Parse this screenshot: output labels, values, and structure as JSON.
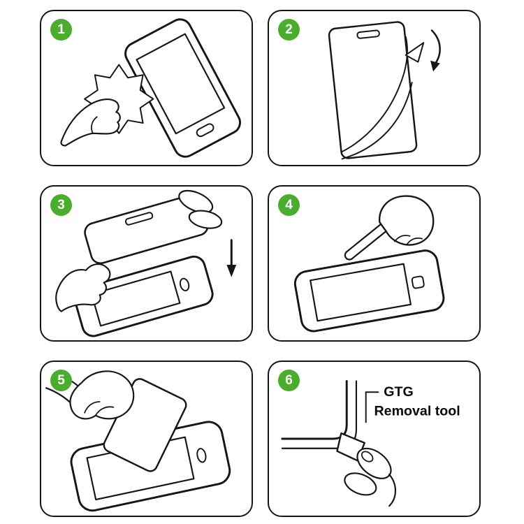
{
  "colors": {
    "badge_green": "#4aad2e",
    "line_black": "#161616",
    "background": "#ffffff"
  },
  "steps": [
    {
      "number": "1",
      "illustration": "clean-screen-with-cloth"
    },
    {
      "number": "2",
      "illustration": "peel-protective-film"
    },
    {
      "number": "3",
      "illustration": "align-and-place-protector"
    },
    {
      "number": "4",
      "illustration": "press-screen-with-finger"
    },
    {
      "number": "5",
      "illustration": "smooth-out-with-card"
    },
    {
      "number": "6",
      "illustration": "pry-corner-with-removal-tool",
      "label_line1": "GTG",
      "label_line2": "Removal tool"
    }
  ]
}
